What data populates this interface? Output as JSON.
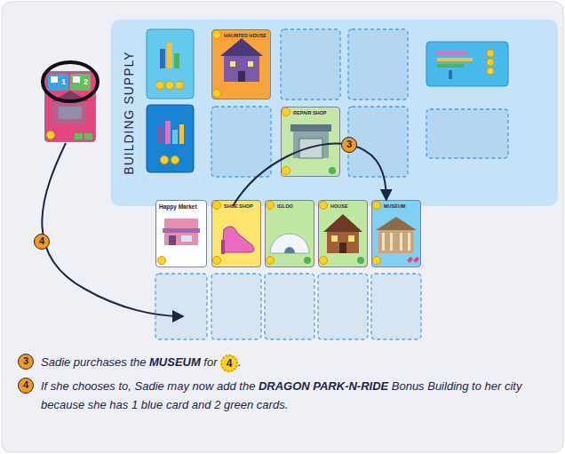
{
  "diagram": {
    "nodes": [
      {
        "text": [
          "BUILDING SUPPLY"
        ]
      },
      {
        "text": [
          "HAUNTED HOUSE"
        ],
        "in": 0
      },
      {
        "text": [
          "REPAIR SHOP"
        ],
        "in": 0
      },
      {
        "text": [
          "1",
          "2"
        ]
      },
      {
        "text": [
          "Happy Market"
        ]
      },
      {
        "text": [
          "SHOE SHOP"
        ]
      },
      {
        "text": [
          "IGLOO"
        ]
      },
      {
        "text": [
          "HOUSE"
        ]
      },
      {
        "text": [
          "MUSEUM"
        ]
      }
    ],
    "edges": [
      {
        "from": 0,
        "to": 8,
        "label": "3",
        "arrow": "to"
      }
    ],
    "labels": [
      "4",
      "3",
      "Sadie purchases the",
      "MUSEUM",
      "for",
      "4",
      ".",
      "4",
      "If she chooses to, Sadie may now add the",
      "DRAGON PARK-N-RIDE",
      "Bonus Building to her city because she has 1 blue card and 2 green cards."
    ]
  }
}
